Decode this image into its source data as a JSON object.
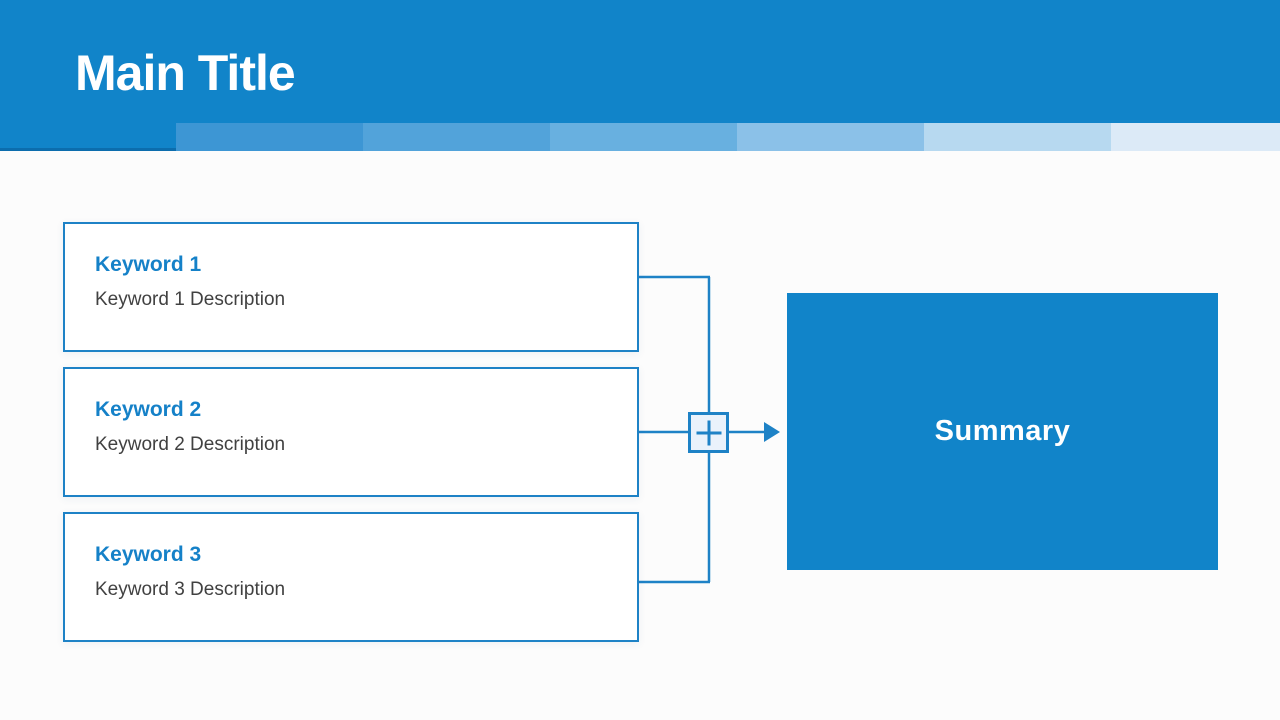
{
  "slide": {
    "title": "Main Title",
    "keywords": [
      {
        "title": "Keyword 1",
        "description": "Keyword 1 Description"
      },
      {
        "title": "Keyword 2",
        "description": "Keyword 2 Description"
      },
      {
        "title": "Keyword 3",
        "description": "Keyword 3 Description"
      }
    ],
    "summary": {
      "label": "Summary"
    },
    "merge_icon": "plus",
    "colors": {
      "canvas_bg": "#FCFCFC",
      "header_bg": "#1184C9",
      "title_text": "#FFFFFF",
      "accent": "#1E82C6",
      "keyword_title": "#1581C8",
      "description_text": "#414141",
      "card_bg": "#FFFFFF",
      "plus_fill": "#EAF2FB",
      "strip_edge": "#0C6DAD",
      "summary_bg": "#1184C9",
      "summary_text": "#FFFFFF"
    },
    "header_strip": [
      "#1184C9",
      "#3D96D4",
      "#52A3DA",
      "#68B0E0",
      "#8BC1E8",
      "#B7D9F0",
      "#DCEAF7"
    ]
  }
}
